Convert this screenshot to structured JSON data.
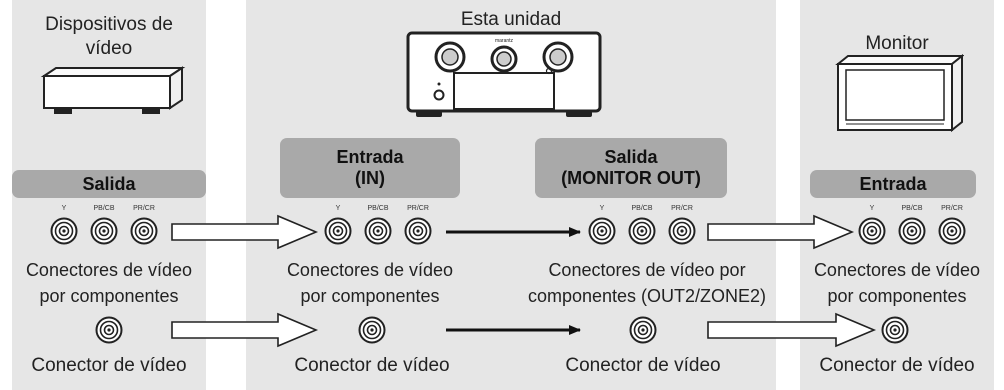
{
  "columns": {
    "source": {
      "title": "Dispositivos de\nvídeo",
      "badge": "Salida",
      "component_label": "Conectores de vídeo\npor componentes",
      "composite_label": "Conector de vídeo"
    },
    "unit_in": {
      "badge": "Entrada\n(IN)",
      "component_label": "Conectores de vídeo\npor componentes",
      "composite_label": "Conector de vídeo"
    },
    "unit_out": {
      "badge": "Salida\n(MONITOR OUT)",
      "component_label": "Conectores de vídeo por\ncomponentes (OUT2/ZONE2)",
      "composite_label": "Conector de vídeo"
    },
    "monitor": {
      "title": "Monitor",
      "badge": "Entrada",
      "component_label": "Conectores de vídeo\npor componentes",
      "composite_label": "Conector de vídeo"
    }
  },
  "unit_title": "Esta unidad",
  "brand_text": "marantz",
  "jack_labels": [
    "Y",
    "PB/CB",
    "PR/CR"
  ],
  "colors": {
    "panel": "#e6e6e6",
    "badge": "#a9a9a9"
  }
}
